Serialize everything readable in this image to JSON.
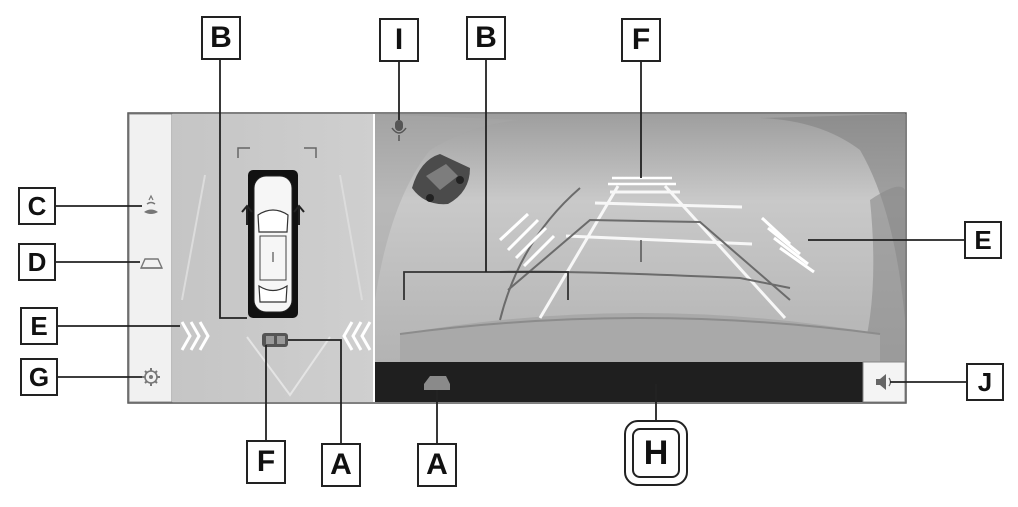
{
  "callouts": {
    "b_left": "B",
    "i_top": "I",
    "b_center": "B",
    "f_top": "F",
    "c": "C",
    "d": "D",
    "e_left": "E",
    "g": "G",
    "e_right": "E",
    "j": "J",
    "f_bottom": "F",
    "a_bottom_left": "A",
    "a_bottom_center": "A",
    "h": "H"
  },
  "icons": {
    "c": "sonar-sensor-icon",
    "d": "camera-view-icon",
    "g": "gear-icon",
    "i": "microphone-icon",
    "j": "speaker-icon",
    "a_topdown": "vehicle-icon",
    "a_bar": "vehicle-icon",
    "f_overhead": "vehicle-icon"
  },
  "colors": {
    "panel_light": "#efefef",
    "screen_gray": "#c7c7c7",
    "camera_gray": "#bdbdbd",
    "dark_bar": "#1f1f1f",
    "line": "#333333"
  }
}
